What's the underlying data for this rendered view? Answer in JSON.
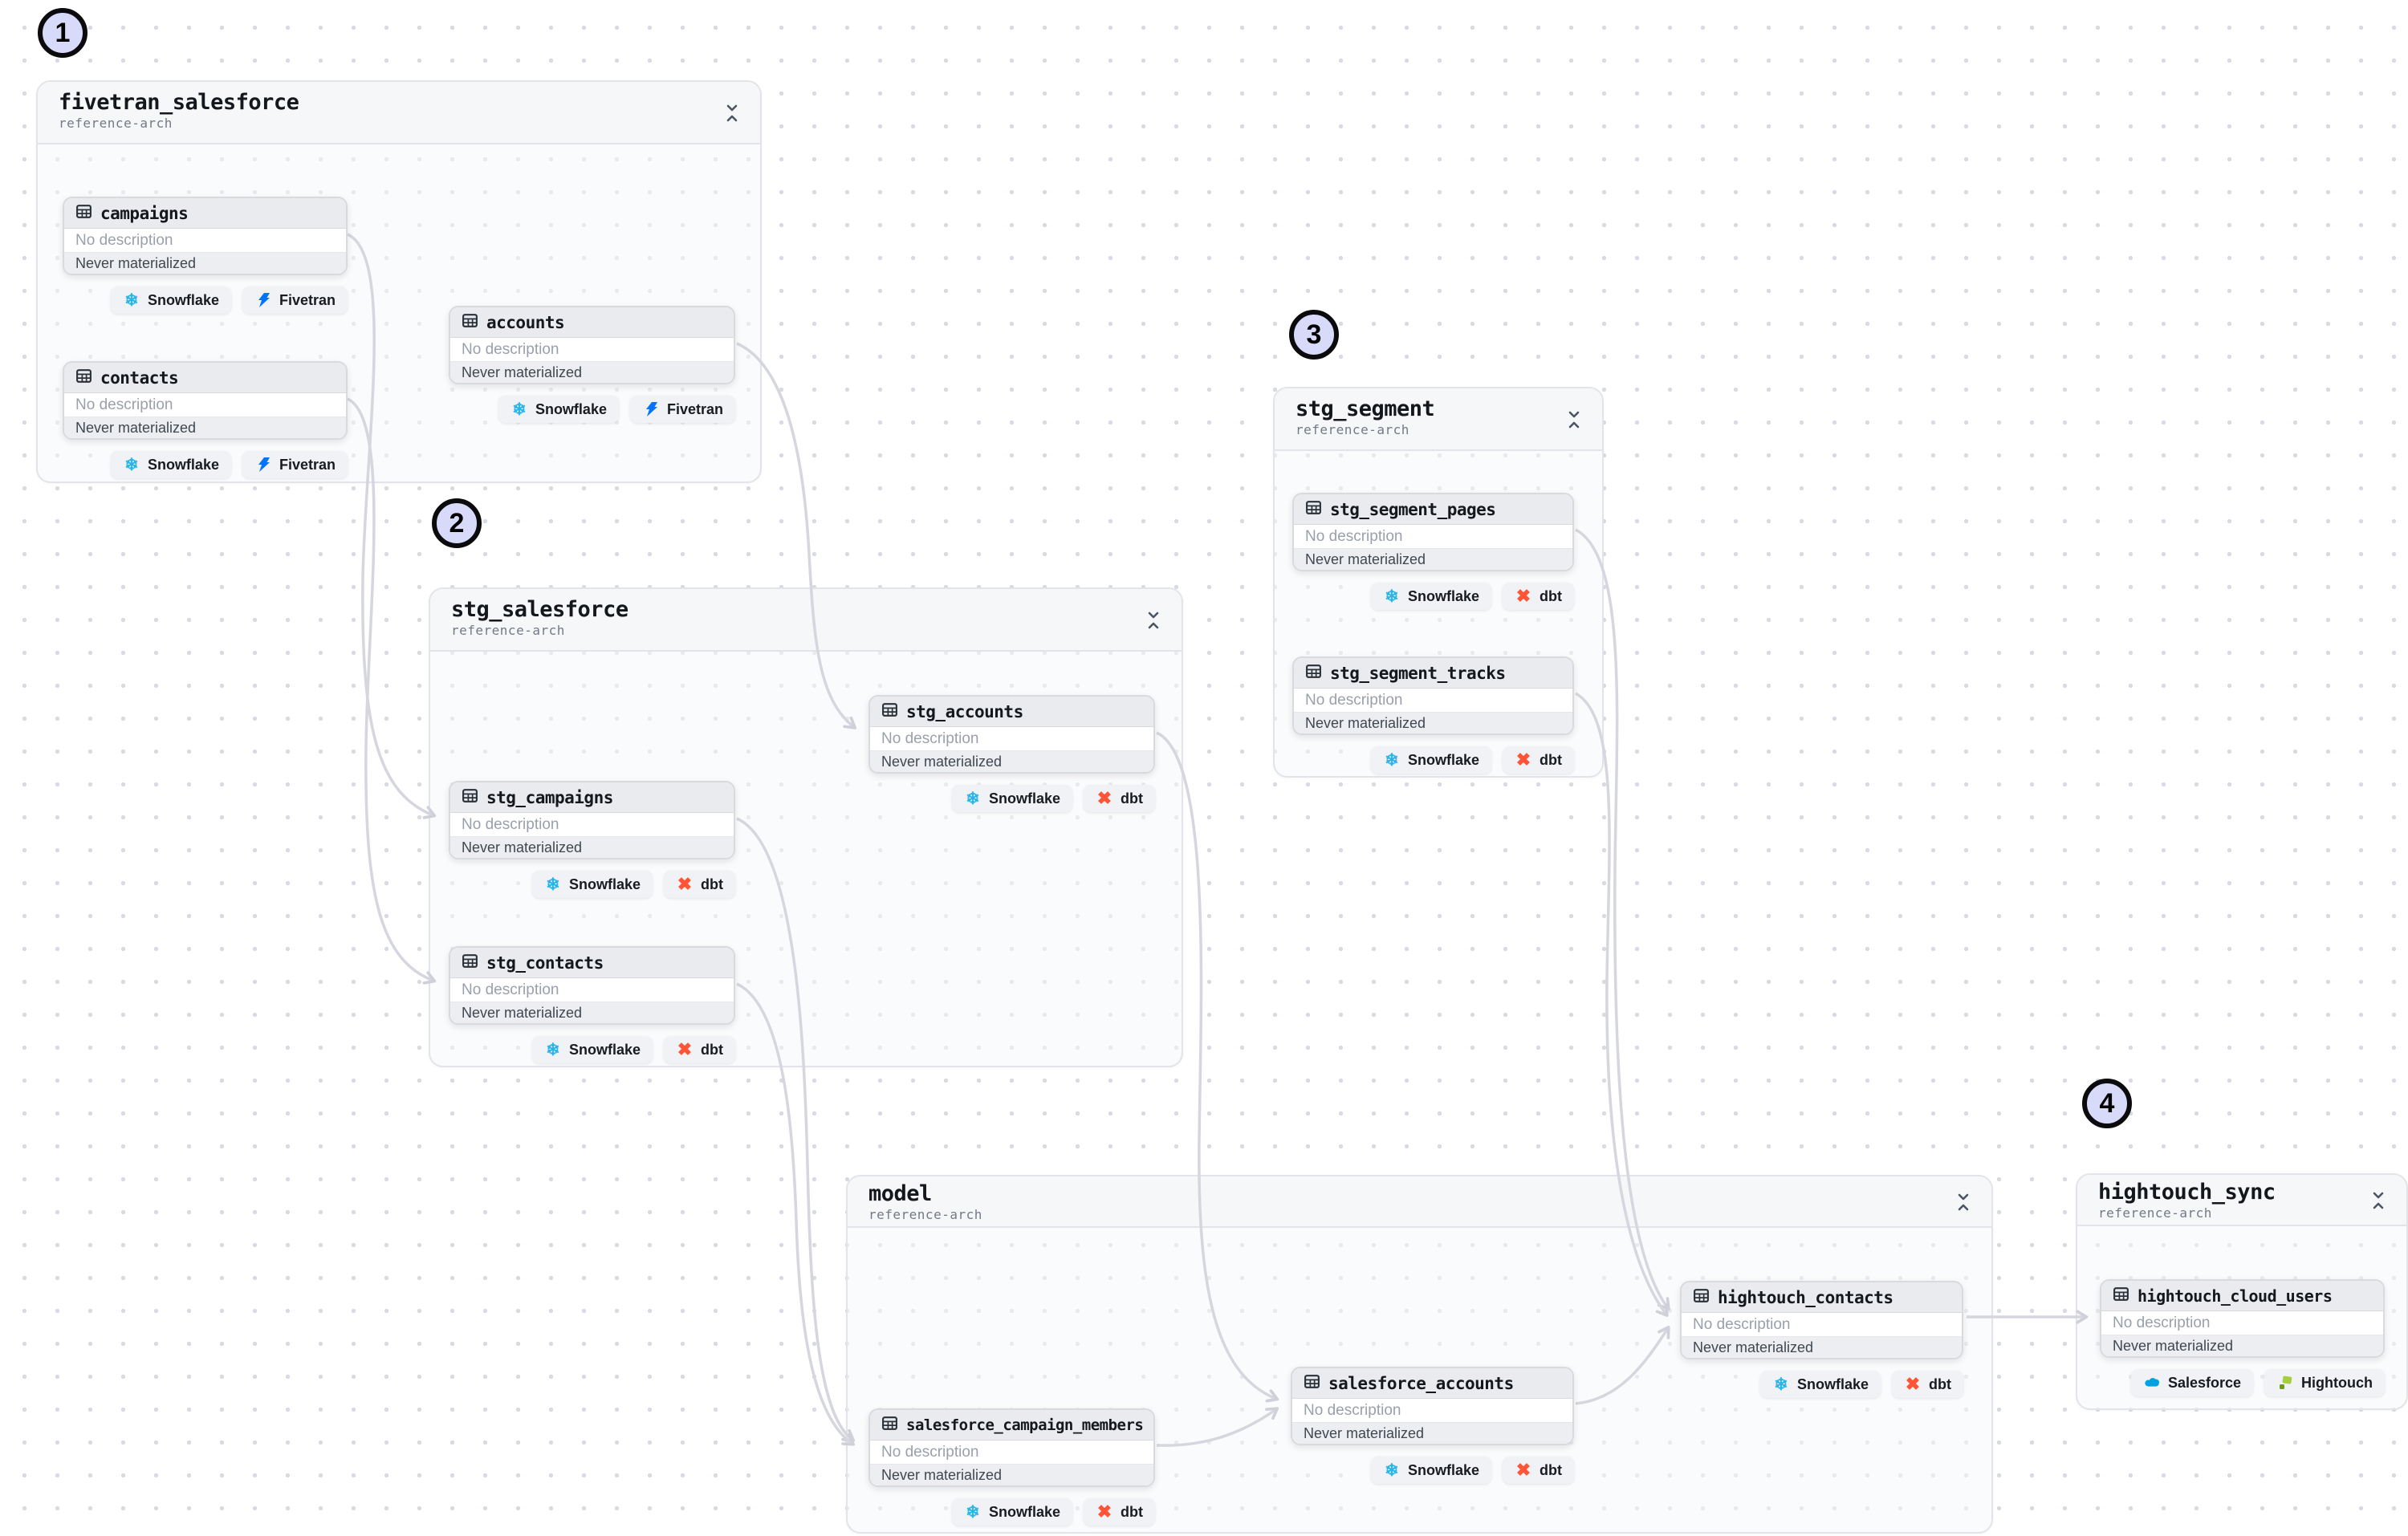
{
  "canvas": {
    "background": "#ffffff",
    "dot_color": "#d8dbe1",
    "edge_color": "#d5d6de"
  },
  "colors": {
    "snowflake": "#29b5e8",
    "fivetran": "#0073ff",
    "dbt": "#ff5436",
    "salesforce": "#00a1e0",
    "hightouch": "#a6cf3d",
    "callout_fill": "#d7daf8",
    "callout_border": "#0b0b0e"
  },
  "annotations": [
    {
      "number": "1"
    },
    {
      "number": "2"
    },
    {
      "number": "3"
    },
    {
      "number": "4"
    }
  ],
  "groups": [
    {
      "title": "fivetran_salesforce",
      "subtitle": "reference-arch",
      "collapse_icon": "collapse-vertical-icon",
      "nodes": [
        {
          "name": "campaigns",
          "description": "No description",
          "status": "Never materialized",
          "badges": [
            {
              "label": "Snowflake",
              "icon": "snowflake-icon"
            },
            {
              "label": "Fivetran",
              "icon": "fivetran-icon"
            }
          ]
        },
        {
          "name": "contacts",
          "description": "No description",
          "status": "Never materialized",
          "badges": [
            {
              "label": "Snowflake",
              "icon": "snowflake-icon"
            },
            {
              "label": "Fivetran",
              "icon": "fivetran-icon"
            }
          ]
        },
        {
          "name": "accounts",
          "description": "No description",
          "status": "Never materialized",
          "badges": [
            {
              "label": "Snowflake",
              "icon": "snowflake-icon"
            },
            {
              "label": "Fivetran",
              "icon": "fivetran-icon"
            }
          ]
        }
      ]
    },
    {
      "title": "stg_salesforce",
      "subtitle": "reference-arch",
      "collapse_icon": "collapse-vertical-icon",
      "nodes": [
        {
          "name": "stg_accounts",
          "description": "No description",
          "status": "Never materialized",
          "badges": [
            {
              "label": "Snowflake",
              "icon": "snowflake-icon"
            },
            {
              "label": "dbt",
              "icon": "dbt-icon"
            }
          ]
        },
        {
          "name": "stg_campaigns",
          "description": "No description",
          "status": "Never materialized",
          "badges": [
            {
              "label": "Snowflake",
              "icon": "snowflake-icon"
            },
            {
              "label": "dbt",
              "icon": "dbt-icon"
            }
          ]
        },
        {
          "name": "stg_contacts",
          "description": "No description",
          "status": "Never materialized",
          "badges": [
            {
              "label": "Snowflake",
              "icon": "snowflake-icon"
            },
            {
              "label": "dbt",
              "icon": "dbt-icon"
            }
          ]
        }
      ]
    },
    {
      "title": "stg_segment",
      "subtitle": "reference-arch",
      "collapse_icon": "collapse-vertical-icon",
      "nodes": [
        {
          "name": "stg_segment_pages",
          "description": "No description",
          "status": "Never materialized",
          "badges": [
            {
              "label": "Snowflake",
              "icon": "snowflake-icon"
            },
            {
              "label": "dbt",
              "icon": "dbt-icon"
            }
          ]
        },
        {
          "name": "stg_segment_tracks",
          "description": "No description",
          "status": "Never materialized",
          "badges": [
            {
              "label": "Snowflake",
              "icon": "snowflake-icon"
            },
            {
              "label": "dbt",
              "icon": "dbt-icon"
            }
          ]
        }
      ]
    },
    {
      "title": "model",
      "subtitle": "reference-arch",
      "collapse_icon": "collapse-vertical-icon",
      "nodes": [
        {
          "name": "salesforce_campaign_members",
          "description": "No description",
          "status": "Never materialized",
          "badges": [
            {
              "label": "Snowflake",
              "icon": "snowflake-icon"
            },
            {
              "label": "dbt",
              "icon": "dbt-icon"
            }
          ]
        },
        {
          "name": "salesforce_accounts",
          "description": "No description",
          "status": "Never materialized",
          "badges": [
            {
              "label": "Snowflake",
              "icon": "snowflake-icon"
            },
            {
              "label": "dbt",
              "icon": "dbt-icon"
            }
          ]
        },
        {
          "name": "hightouch_contacts",
          "description": "No description",
          "status": "Never materialized",
          "badges": [
            {
              "label": "Snowflake",
              "icon": "snowflake-icon"
            },
            {
              "label": "dbt",
              "icon": "dbt-icon"
            }
          ]
        }
      ]
    },
    {
      "title": "hightouch_sync",
      "subtitle": "reference-arch",
      "collapse_icon": "collapse-vertical-icon",
      "nodes": [
        {
          "name": "hightouch_cloud_users",
          "description": "No description",
          "status": "Never materialized",
          "badges": [
            {
              "label": "Salesforce",
              "icon": "salesforce-icon"
            },
            {
              "label": "Hightouch",
              "icon": "hightouch-icon"
            }
          ]
        }
      ]
    }
  ],
  "edges": [
    {
      "from": "campaigns",
      "to": "stg_campaigns"
    },
    {
      "from": "contacts",
      "to": "stg_contacts"
    },
    {
      "from": "accounts",
      "to": "stg_accounts"
    },
    {
      "from": "stg_campaigns",
      "to": "salesforce_campaign_members"
    },
    {
      "from": "stg_contacts",
      "to": "salesforce_campaign_members"
    },
    {
      "from": "stg_accounts",
      "to": "salesforce_accounts"
    },
    {
      "from": "salesforce_campaign_members",
      "to": "salesforce_accounts"
    },
    {
      "from": "salesforce_accounts",
      "to": "hightouch_contacts"
    },
    {
      "from": "stg_segment_pages",
      "to": "hightouch_contacts"
    },
    {
      "from": "stg_segment_tracks",
      "to": "hightouch_contacts"
    },
    {
      "from": "hightouch_contacts",
      "to": "hightouch_cloud_users"
    }
  ]
}
